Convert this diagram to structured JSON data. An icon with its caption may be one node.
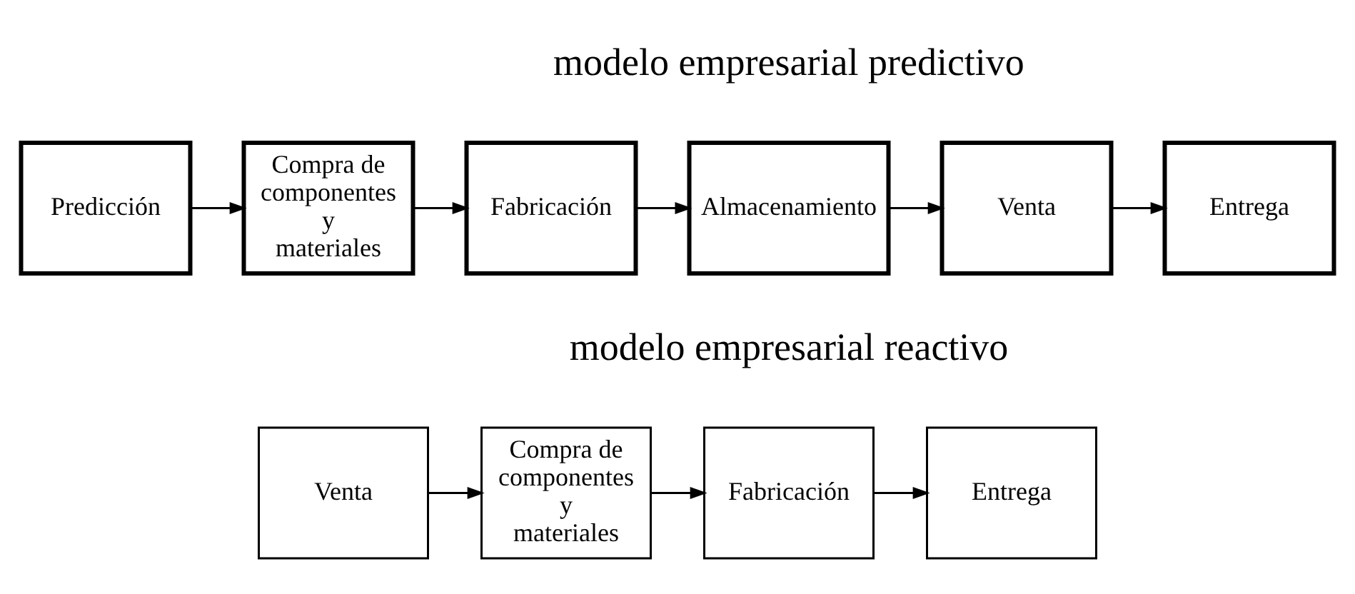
{
  "diagram": {
    "nodes": [
      {
        "text": [
          "Predicción"
        ]
      },
      {
        "text": [
          "Compra de componentes y materiales"
        ]
      },
      {
        "text": [
          "Fabricación"
        ]
      },
      {
        "text": [
          "Almacenamiento"
        ]
      },
      {
        "text": [
          "Venta"
        ]
      },
      {
        "text": [
          "Entrega"
        ]
      },
      {
        "text": [
          "Venta"
        ]
      },
      {
        "text": [
          "Compra de componentes y materiales"
        ]
      },
      {
        "text": [
          "Fabricación"
        ]
      },
      {
        "text": [
          "Entrega"
        ]
      }
    ],
    "edges": [
      {
        "from": 0,
        "to": 1,
        "arrow": "to"
      },
      {
        "from": 1,
        "to": 2,
        "arrow": "to"
      },
      {
        "from": 2,
        "to": 3,
        "arrow": "to"
      },
      {
        "from": 3,
        "to": 4,
        "arrow": "to"
      },
      {
        "from": 4,
        "to": 5,
        "arrow": "to"
      },
      {
        "from": 6,
        "to": 7,
        "arrow": "to"
      },
      {
        "from": 7,
        "to": 8,
        "arrow": "to"
      },
      {
        "from": 8,
        "to": 9,
        "arrow": "to"
      }
    ],
    "labels": [
      "modelo empresarial predictivo",
      "modelo empresarial reactivo"
    ]
  }
}
